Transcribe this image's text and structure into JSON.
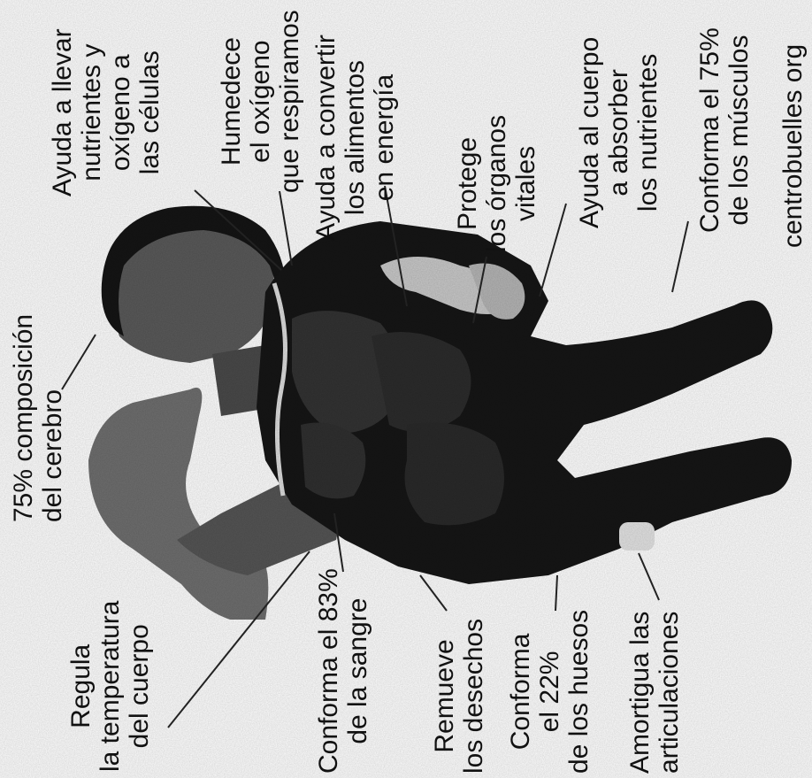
{
  "diagram": {
    "labels": [
      {
        "id": "brain",
        "lines": [
          "75% composición",
          "del cerebro"
        ]
      },
      {
        "id": "temp",
        "lines": [
          "Regula",
          "la temperatura",
          "del cuerpo"
        ]
      },
      {
        "id": "nutri",
        "lines": [
          "Ayuda a llevar",
          "nutrientes y",
          "oxígeno a",
          "las células"
        ]
      },
      {
        "id": "oxy",
        "lines": [
          "Humedece",
          "el oxígeno",
          "que respiramos"
        ]
      },
      {
        "id": "energy",
        "lines": [
          "Ayuda a convertir",
          "los alimentos",
          "en energía"
        ]
      },
      {
        "id": "organs",
        "lines": [
          "Protege",
          "los órganos",
          "vitales"
        ]
      },
      {
        "id": "absorb",
        "lines": [
          "Ayuda al cuerpo",
          "a absorber",
          "los nutrientes"
        ]
      },
      {
        "id": "muscles",
        "lines": [
          "Conforma el 75%",
          "de los músculos"
        ]
      },
      {
        "id": "cut",
        "lines": [
          "centrobuelles org"
        ]
      },
      {
        "id": "blood",
        "lines": [
          "Conforma el 83%",
          "de la sangre"
        ]
      },
      {
        "id": "waste",
        "lines": [
          "Remueve",
          "los desechos"
        ]
      },
      {
        "id": "bones",
        "lines": [
          "Conforma",
          "el 22%",
          "de los huesos"
        ]
      },
      {
        "id": "joints",
        "lines": [
          "Amortigua las",
          "articulaciones"
        ]
      }
    ]
  }
}
